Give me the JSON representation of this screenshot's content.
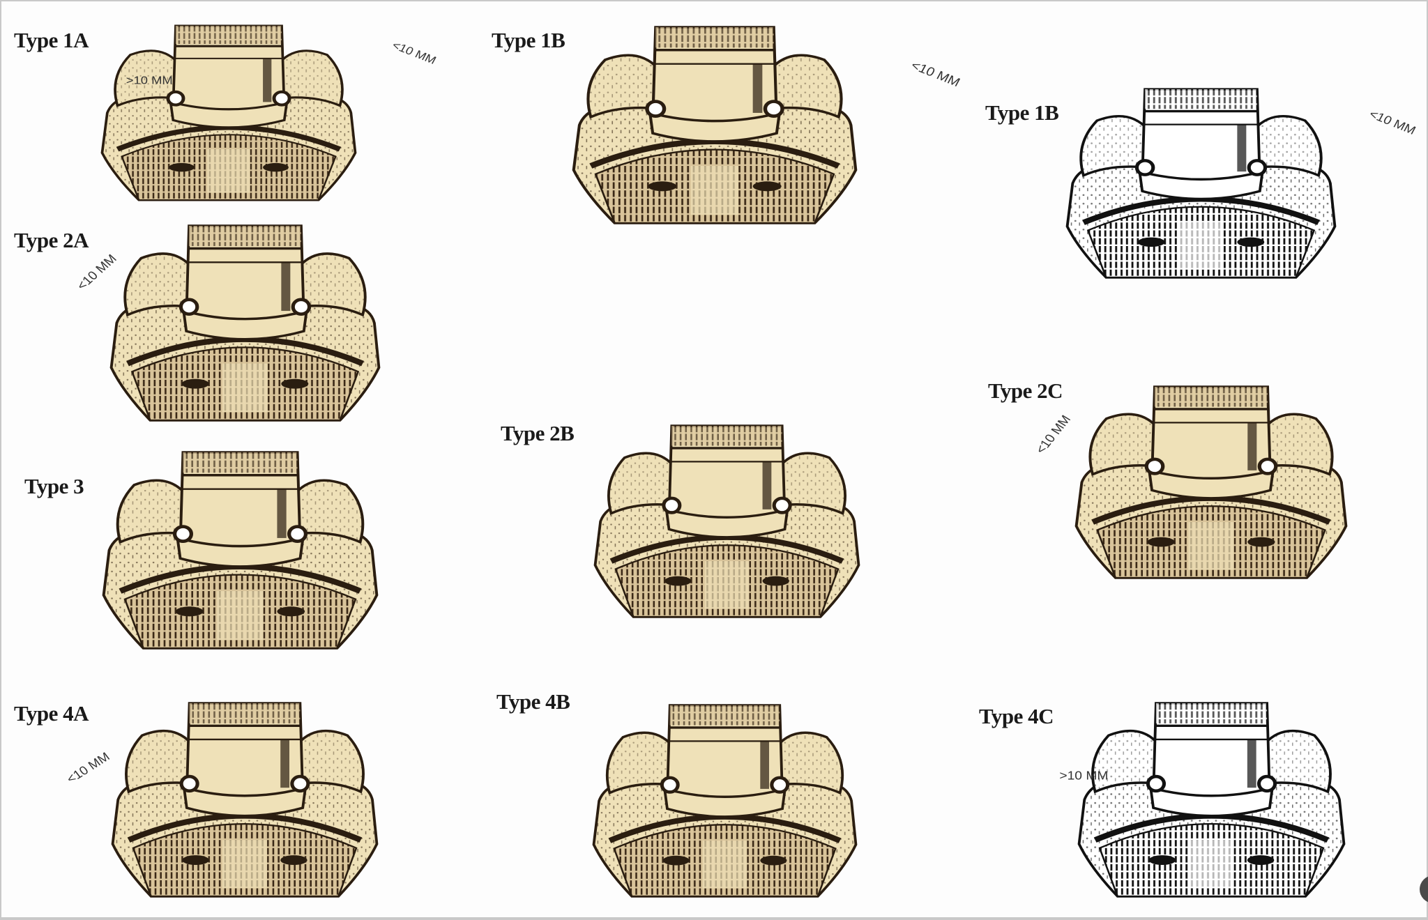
{
  "colors": {
    "bone_color": "#efe1b8",
    "bone_shadow": "#4a3620",
    "bw_fill": "#ffffff",
    "bw_ink": "#111111"
  },
  "panels": [
    {
      "id": "type-1a",
      "label": "Type 1A",
      "style": "color",
      "annotations": [
        ">10 MM",
        "<10 MM"
      ]
    },
    {
      "id": "type-1b",
      "label": "Type 1B",
      "style": "color",
      "annotations": [
        "<10 MM"
      ]
    },
    {
      "id": "type-1b-bw",
      "label": "Type 1B",
      "style": "bw",
      "annotations": [
        "<10 MM"
      ]
    },
    {
      "id": "type-2a",
      "label": "Type 2A",
      "style": "color",
      "annotations": [
        "<10 MM"
      ]
    },
    {
      "id": "type-2b",
      "label": "Type 2B",
      "style": "color",
      "annotations": []
    },
    {
      "id": "type-2c",
      "label": "Type 2C",
      "style": "color",
      "annotations": [
        "<10 MM"
      ]
    },
    {
      "id": "type-3",
      "label": "Type 3",
      "style": "color",
      "annotations": []
    },
    {
      "id": "type-4a",
      "label": "Type 4A",
      "style": "color",
      "annotations": [
        "<10 MM"
      ]
    },
    {
      "id": "type-4b",
      "label": "Type 4B",
      "style": "color",
      "annotations": []
    },
    {
      "id": "type-4c",
      "label": "Type 4C",
      "style": "bw",
      "annotations": [
        ">10 MM"
      ]
    }
  ]
}
